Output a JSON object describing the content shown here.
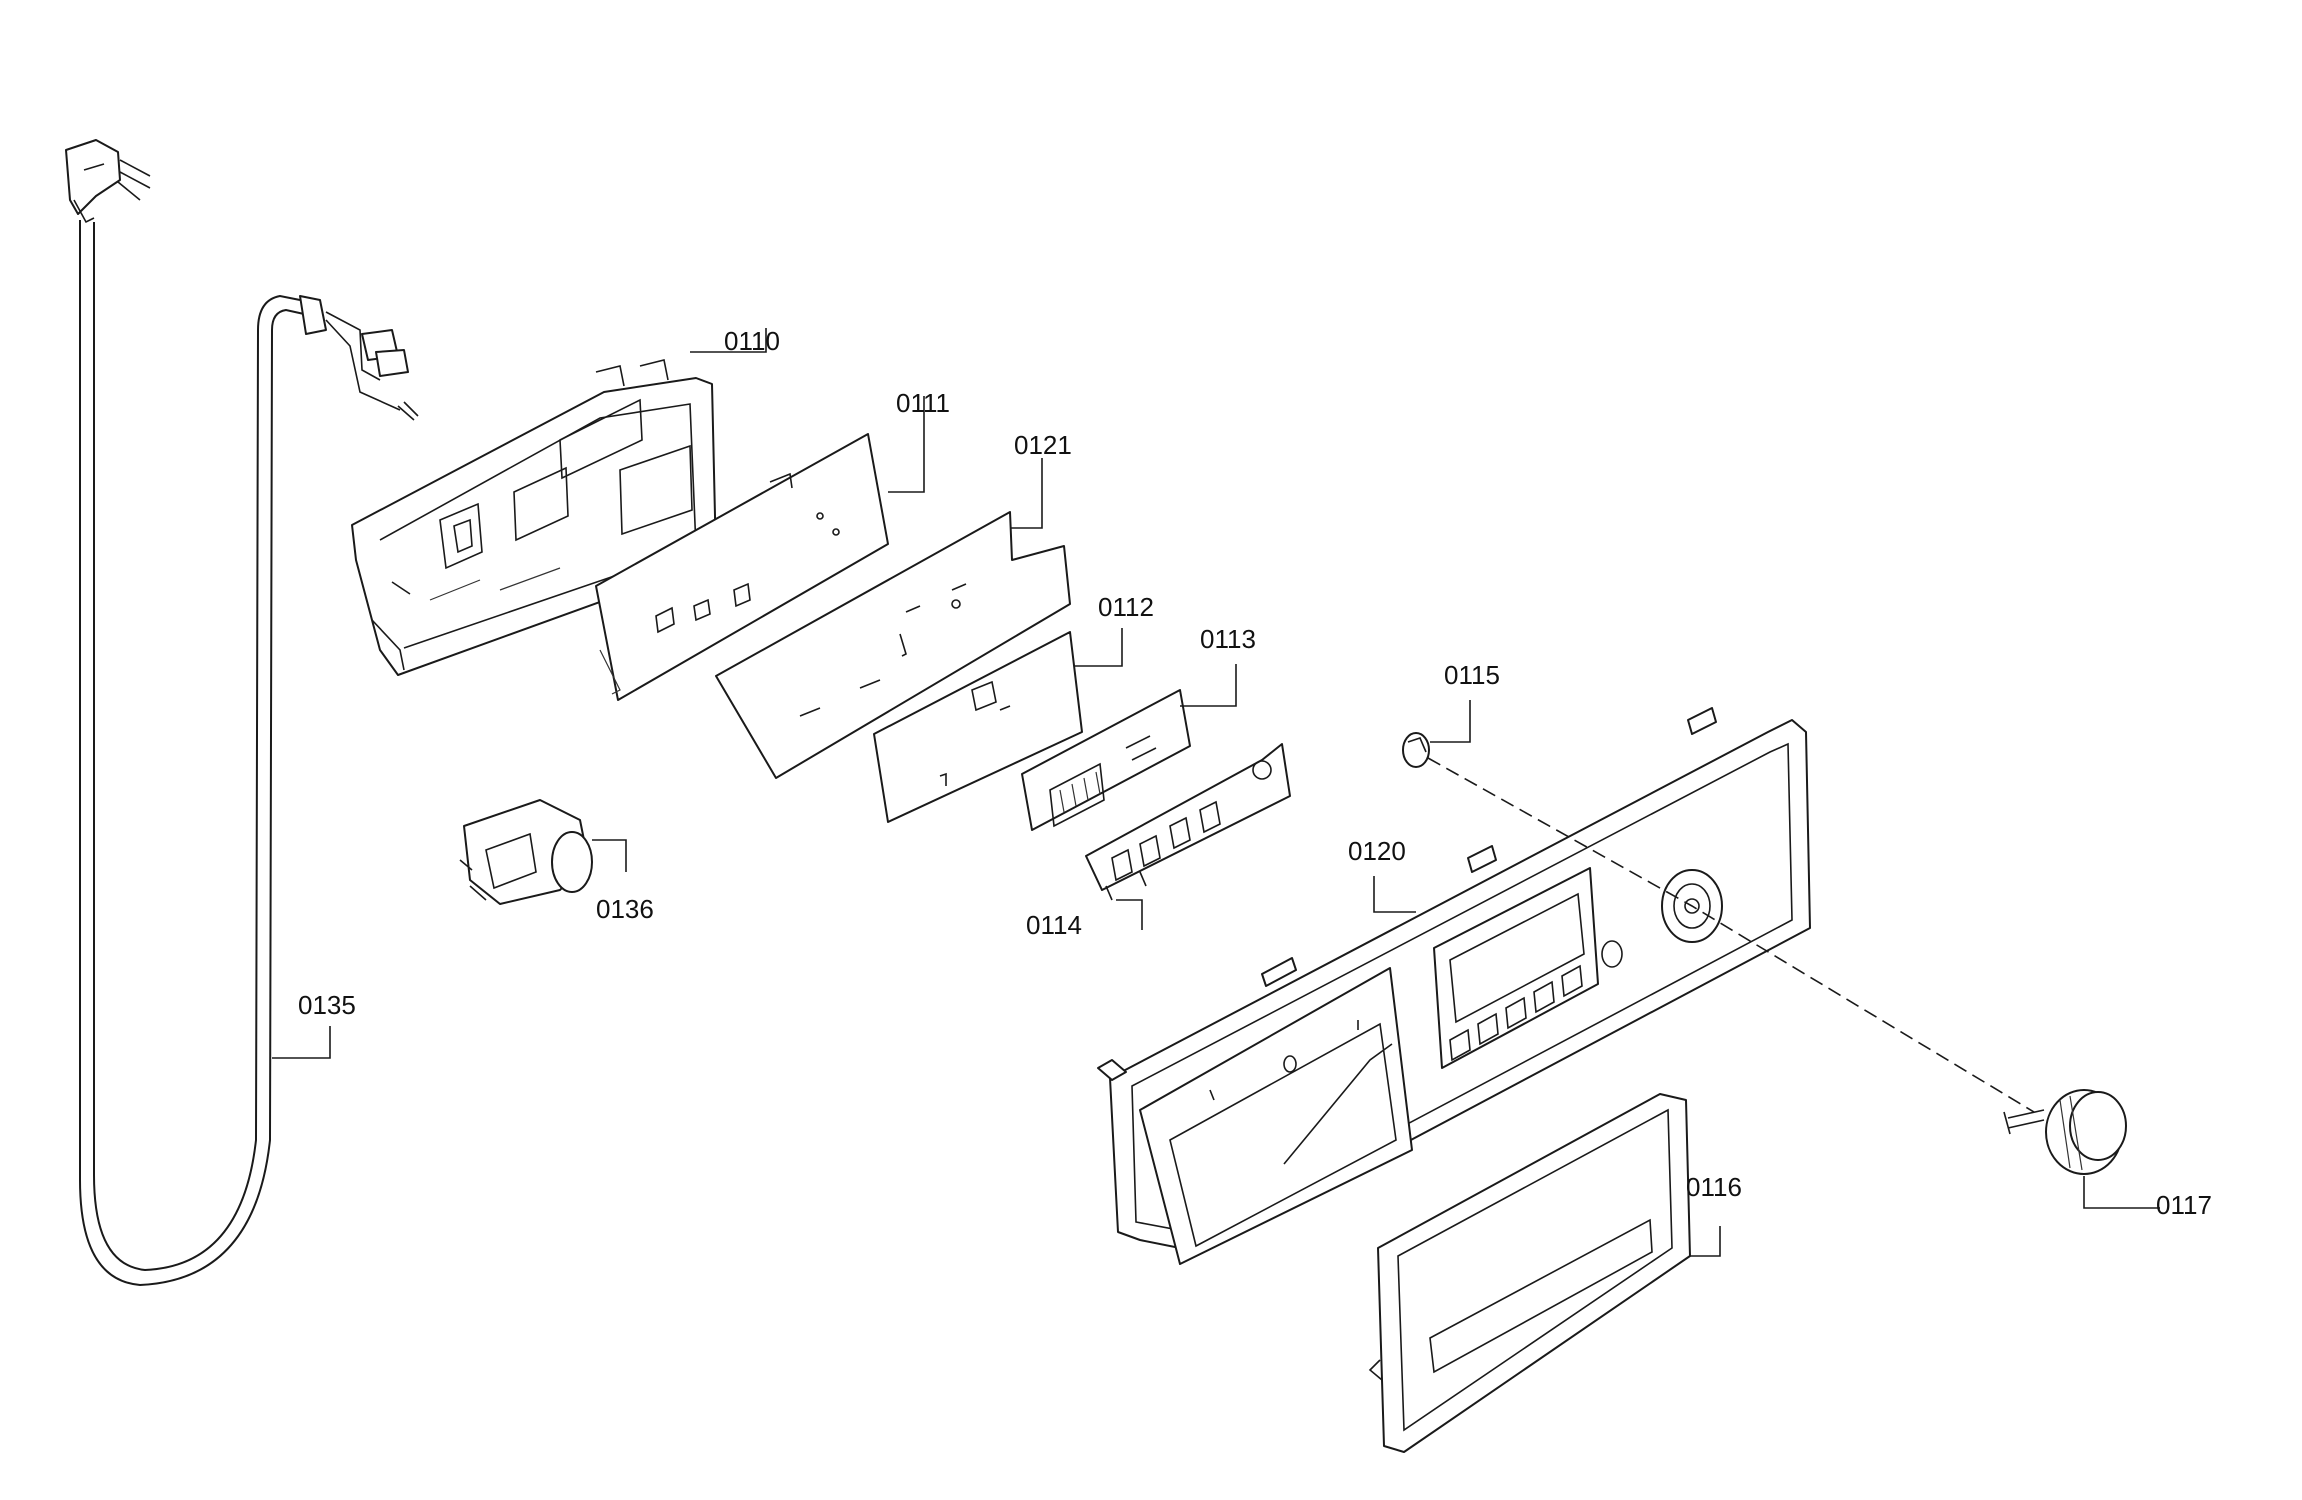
{
  "diagram": {
    "parts": [
      {
        "id": "p0110",
        "label": "0110"
      },
      {
        "id": "p0111",
        "label": "0111"
      },
      {
        "id": "p0121",
        "label": "0121"
      },
      {
        "id": "p0112",
        "label": "0112"
      },
      {
        "id": "p0113",
        "label": "0113"
      },
      {
        "id": "p0115",
        "label": "0115"
      },
      {
        "id": "p0120",
        "label": "0120"
      },
      {
        "id": "p0136",
        "label": "0136"
      },
      {
        "id": "p0114",
        "label": "0114"
      },
      {
        "id": "p0135",
        "label": "0135"
      },
      {
        "id": "p0116",
        "label": "0116"
      },
      {
        "id": "p0117",
        "label": "0117"
      }
    ]
  }
}
